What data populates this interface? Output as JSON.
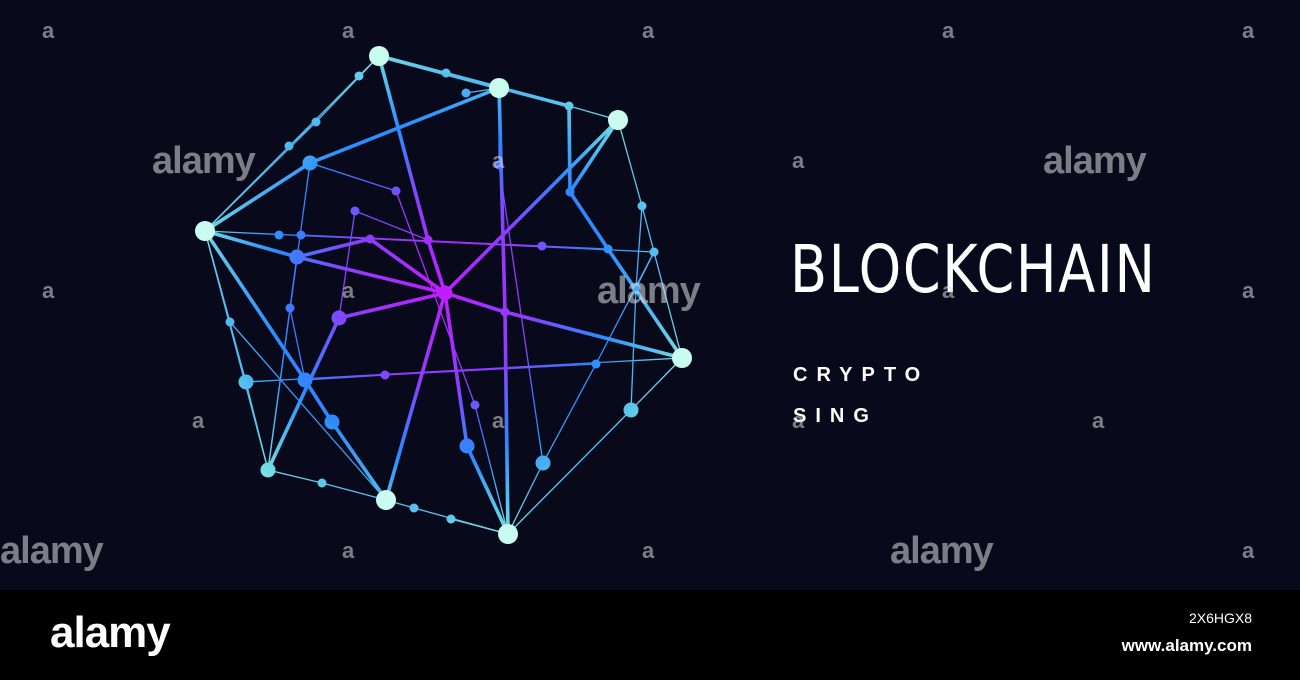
{
  "title": "BLOCKCHAIN",
  "subtitle_line1": "CRYPTO",
  "subtitle_line2": "SING",
  "watermark_text": "alamy",
  "watermark_letter": "a",
  "footer": {
    "logo": "alamy",
    "image_id": "2X6HGX8",
    "url": "www.alamy.com"
  },
  "colors": {
    "background": "#080a1c",
    "footer_background": "#000000",
    "gradient_cyan": "#6cf2d8",
    "gradient_blue": "#2a8cff",
    "gradient_purple": "#b820ff",
    "text": "#ffffff"
  },
  "illustration": "network-polyhedron-graphic"
}
